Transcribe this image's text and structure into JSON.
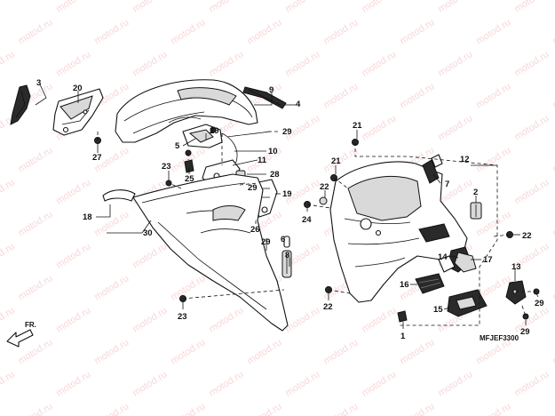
{
  "watermark": {
    "text": "motod.ru"
  },
  "diagram_code": "MFJEF3300",
  "direction_label": "FR.",
  "callouts": [
    {
      "id": "c3",
      "label": "3"
    },
    {
      "id": "c20",
      "label": "20"
    },
    {
      "id": "c27",
      "label": "27"
    },
    {
      "id": "c9",
      "label": "9"
    },
    {
      "id": "c4",
      "label": "4"
    },
    {
      "id": "c29a",
      "label": "29"
    },
    {
      "id": "c5",
      "label": "5"
    },
    {
      "id": "c29b",
      "label": "29"
    },
    {
      "id": "c10",
      "label": "10"
    },
    {
      "id": "c11",
      "label": "11"
    },
    {
      "id": "c23a",
      "label": "23"
    },
    {
      "id": "c25",
      "label": "25"
    },
    {
      "id": "c28",
      "label": "28"
    },
    {
      "id": "c29c",
      "label": "29"
    },
    {
      "id": "c19",
      "label": "19"
    },
    {
      "id": "c26",
      "label": "26"
    },
    {
      "id": "c18",
      "label": "18"
    },
    {
      "id": "c30",
      "label": "30"
    },
    {
      "id": "c29d",
      "label": "29"
    },
    {
      "id": "c6",
      "label": "6"
    },
    {
      "id": "c8",
      "label": "8"
    },
    {
      "id": "c23b",
      "label": "23"
    },
    {
      "id": "c22a",
      "label": "22"
    },
    {
      "id": "c21a",
      "label": "21"
    },
    {
      "id": "c21b",
      "label": "21"
    },
    {
      "id": "c22b",
      "label": "22"
    },
    {
      "id": "c24",
      "label": "24"
    },
    {
      "id": "c12",
      "label": "12"
    },
    {
      "id": "c7",
      "label": "7"
    },
    {
      "id": "c2",
      "label": "2"
    },
    {
      "id": "c22c",
      "label": "22"
    },
    {
      "id": "c17",
      "label": "17"
    },
    {
      "id": "c13",
      "label": "13"
    },
    {
      "id": "c14",
      "label": "14"
    },
    {
      "id": "c16",
      "label": "16"
    },
    {
      "id": "c15",
      "label": "15"
    },
    {
      "id": "c29e",
      "label": "29"
    },
    {
      "id": "c29f",
      "label": "29"
    },
    {
      "id": "c1",
      "label": "1"
    }
  ]
}
